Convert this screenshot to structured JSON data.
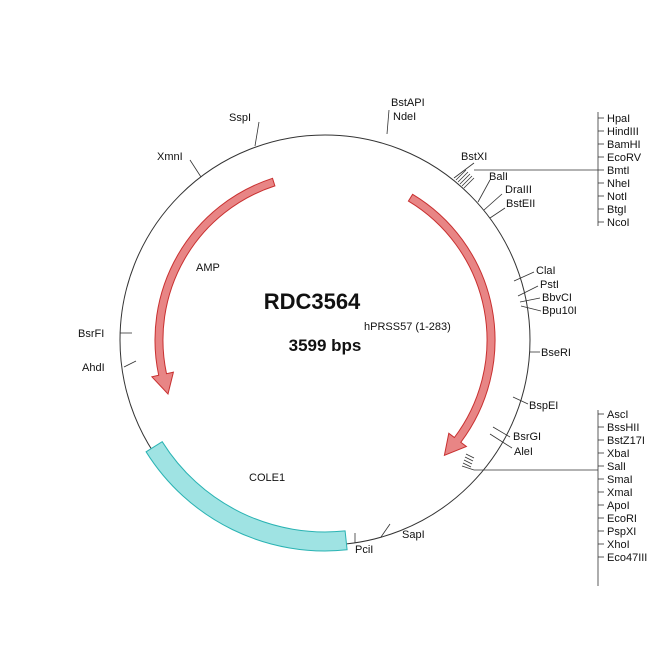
{
  "plasmid": {
    "name": "RDC3564",
    "size_label": "3599 bps",
    "colors": {
      "backbone": "#333333",
      "arrow_fill": "#e88585",
      "arrow_stroke": "#c83030",
      "ori_fill": "#9fe3e3",
      "ori_stroke": "#2ab3b3"
    }
  },
  "features": {
    "amp": "AMP",
    "hprss57": "hPRSS57 (1-283)",
    "cole1": "COLE1"
  },
  "sites": {
    "bstapi": "BstAPI",
    "ndei": "NdeI",
    "sspi": "SspI",
    "xmni": "XmnI",
    "bstxi": "BstXI",
    "bali": "BalI",
    "draiii": "DraIII",
    "bsteii": "BstEII",
    "clai": "ClaI",
    "psti": "PstI",
    "bbvci": "BbvCI",
    "bpu10i": "Bpu10I",
    "bseri": "BseRI",
    "bspei": "BspEI",
    "bsrgi": "BsrGI",
    "alei": "AleI",
    "sapi": "SapI",
    "pcii": "PciI",
    "bsrfi": "BsrFI",
    "ahdi": "AhdI"
  },
  "mcs_top": [
    "HpaI",
    "HindIII",
    "BamHI",
    "EcoRV",
    "BmtI",
    "NheI",
    "NotI",
    "BtgI",
    "NcoI"
  ],
  "mcs_bottom": [
    "AscI",
    "BssHII",
    "BstZ17I",
    "XbaI",
    "SalI",
    "SmaI",
    "XmaI",
    "ApoI",
    "EcoRI",
    "PspXI",
    "XhoI",
    "Eco47III"
  ]
}
